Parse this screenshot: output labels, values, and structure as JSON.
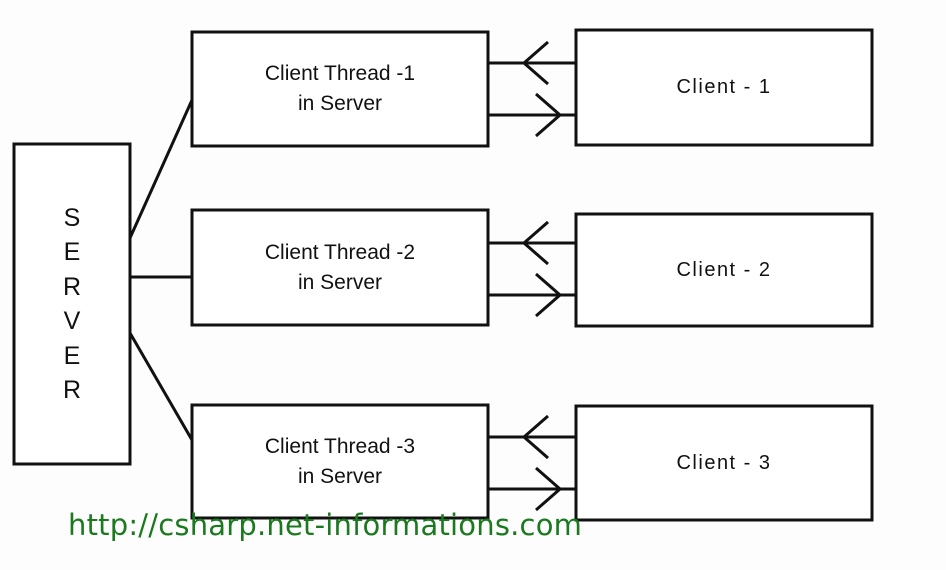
{
  "diagram": {
    "title": "Multi-threaded server with client threads",
    "stroke_color": "#111111",
    "box_fill": "#ffffff",
    "background": "#fdfdfd",
    "url_color": "#1b7a1f",
    "server": {
      "label": "SERVER",
      "letters": [
        "S",
        "E",
        "R",
        "V",
        "E",
        "R"
      ]
    },
    "rows": [
      {
        "thread_label": "Client Thread -1\nin Server",
        "client_label": "Client  -  1",
        "inbound_arrow": "arrow-left",
        "outbound_arrow": "arrow-right"
      },
      {
        "thread_label": "Client Thread -2\nin Server",
        "client_label": "Client  -  2",
        "inbound_arrow": "arrow-left",
        "outbound_arrow": "arrow-right"
      },
      {
        "thread_label": "Client Thread -3\nin Server",
        "client_label": "Client  -  3",
        "inbound_arrow": "arrow-left",
        "outbound_arrow": "arrow-right"
      }
    ],
    "footer": {
      "url": "http://csharp.net-informations.com"
    }
  }
}
